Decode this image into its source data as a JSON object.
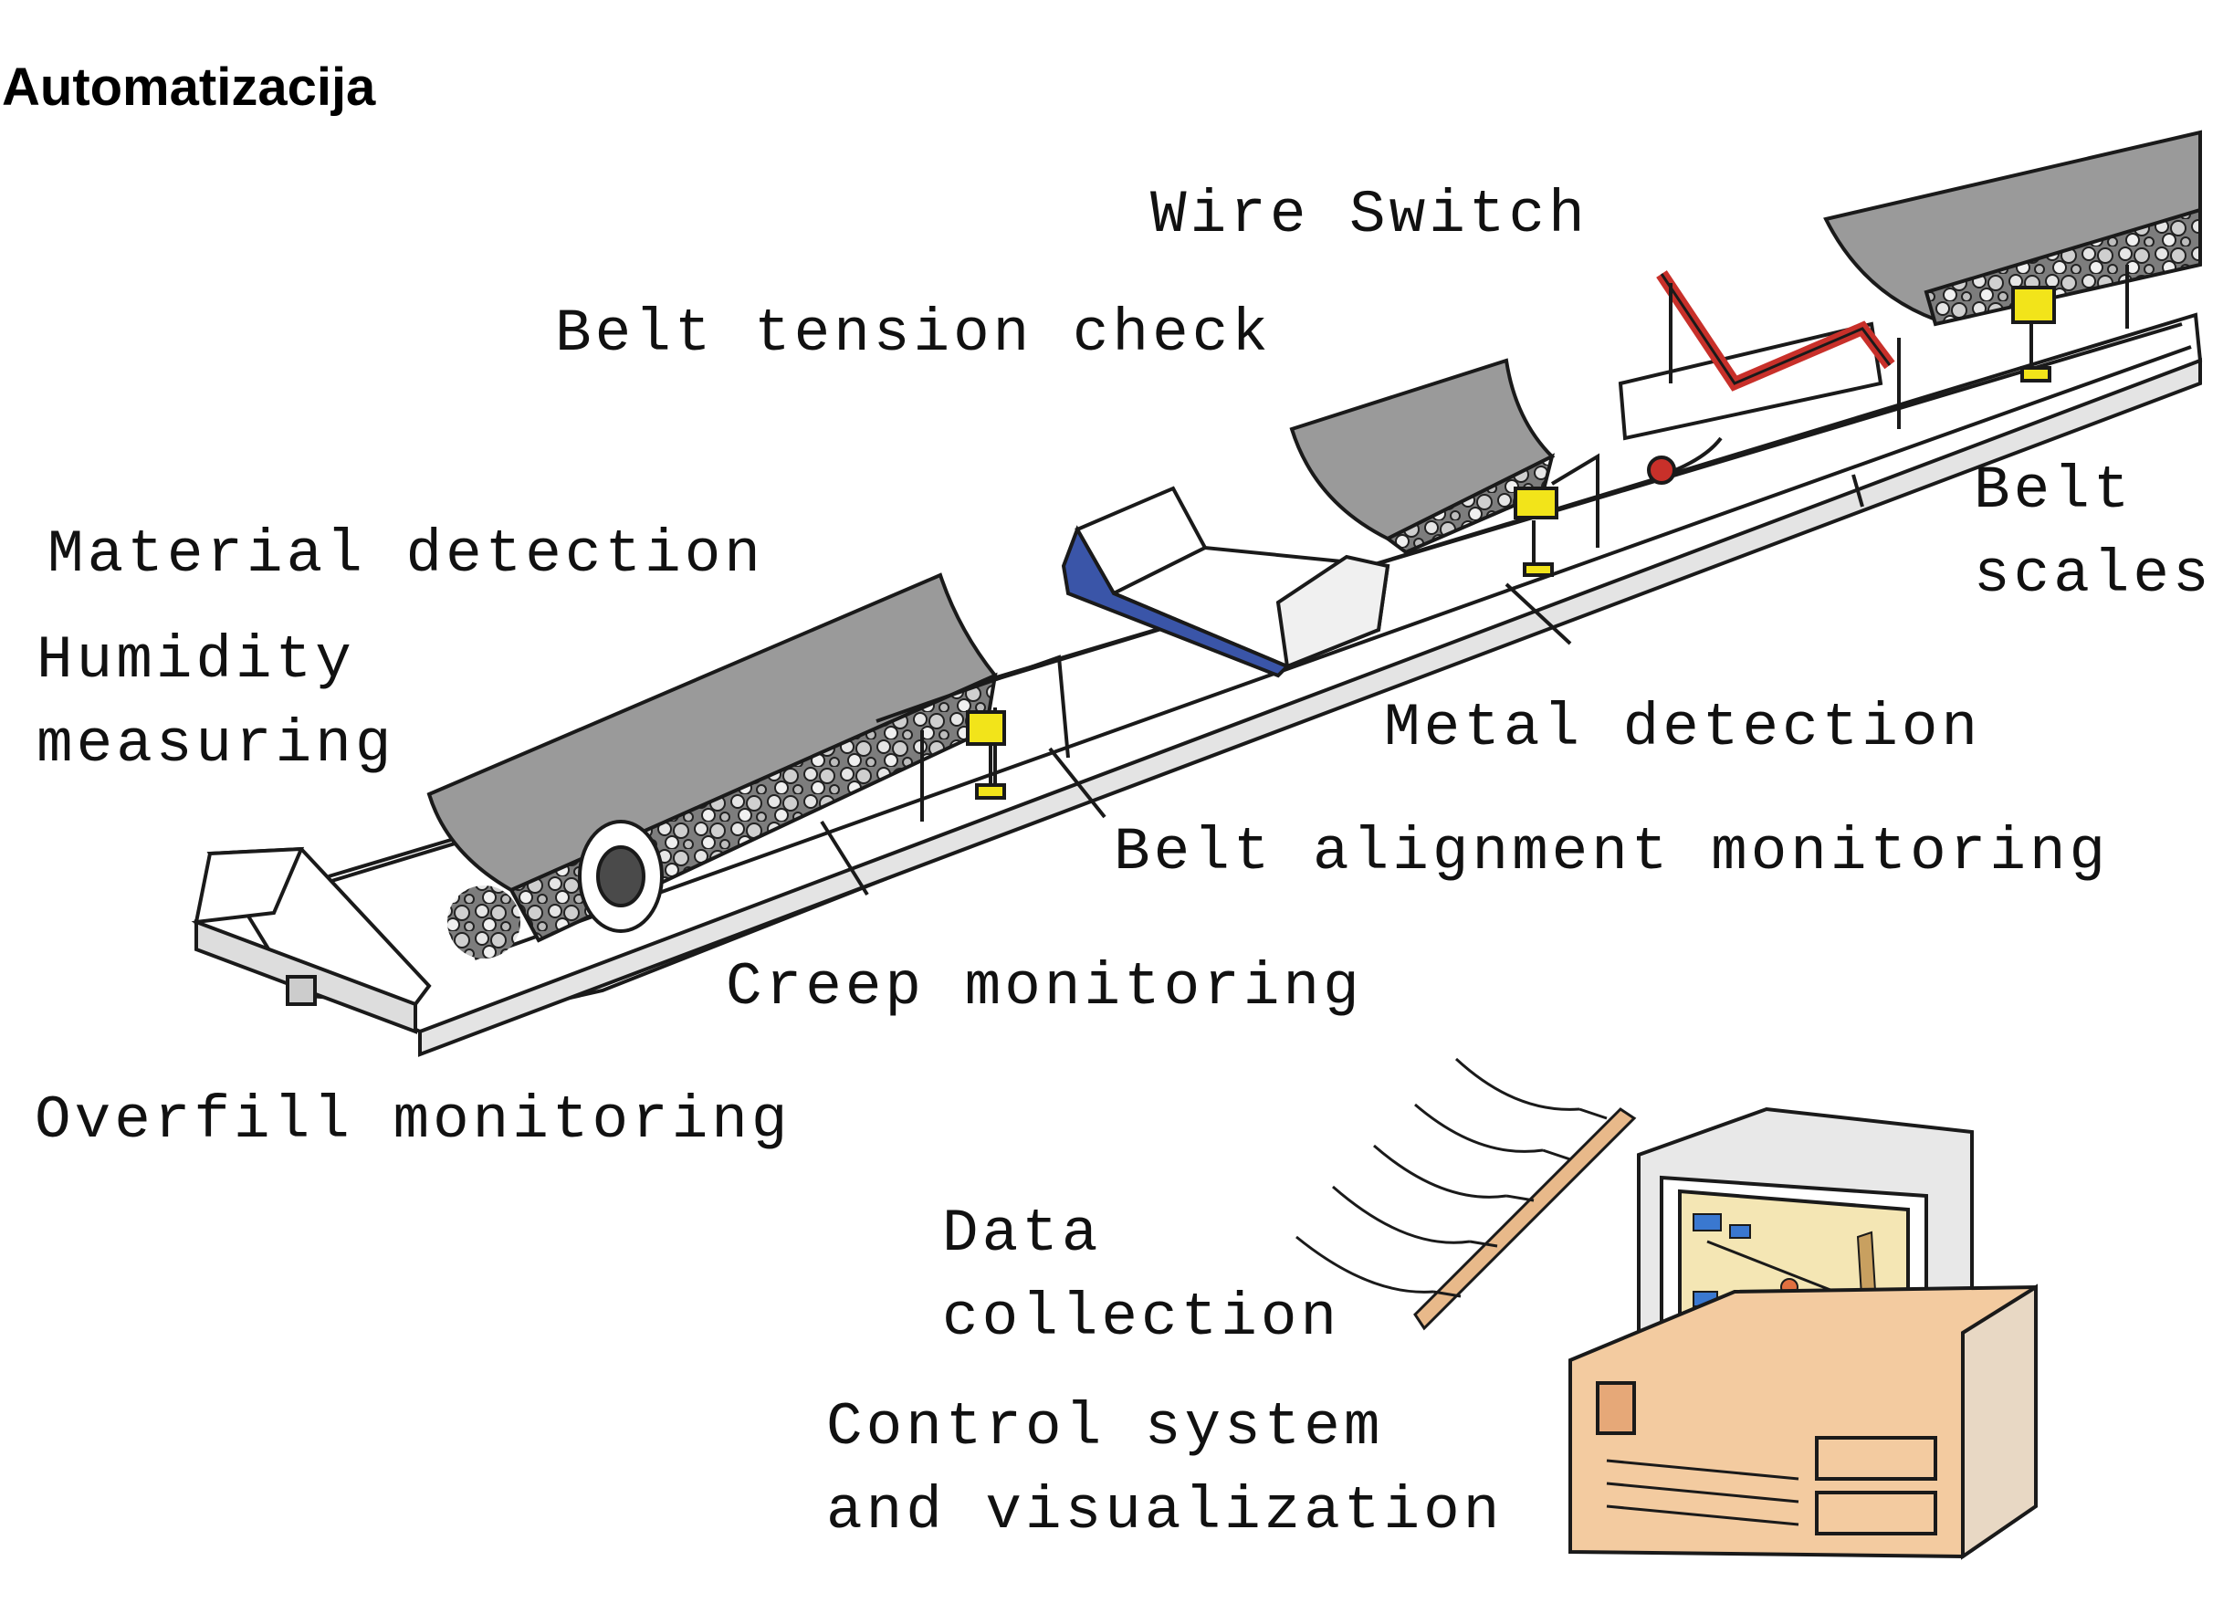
{
  "title": "Automatizacija",
  "labels": {
    "wire_switch": "Wire Switch",
    "belt_tension_check": "Belt tension check",
    "material_detection": "Material detection",
    "humidity_measuring": "Humidity\nmeasuring",
    "belt_scales": "Belt\nscales",
    "metal_detection": "Metal detection",
    "belt_alignment_monitoring": "Belt alignment monitoring",
    "creep_monitoring": "Creep monitoring",
    "overfill_monitoring": "Overfill monitoring",
    "data_collection": "Data\ncollection",
    "control_system": "Control system\nand visualization"
  },
  "colors": {
    "belt": "#9a9a9a",
    "frame": "#ffffff",
    "outline": "#1a1a1a",
    "sensor": "#f2e41a",
    "metal_detector": "#3a55a8",
    "switch_red": "#c8302a",
    "computer_case": "#f3cba0",
    "monitor": "#e8e8e8",
    "screen": "#f4e6b4"
  }
}
